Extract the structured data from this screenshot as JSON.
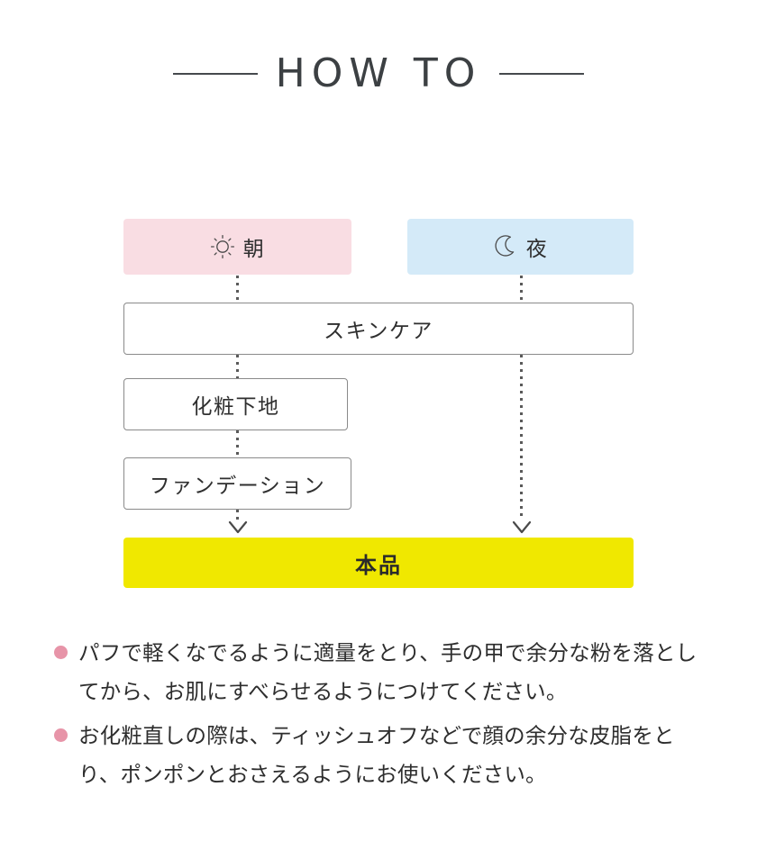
{
  "header": {
    "title": "HOW TO"
  },
  "flow": {
    "morning": {
      "label": "朝",
      "icon": "sun-icon",
      "bg_color": "#f9dde3"
    },
    "night": {
      "label": "夜",
      "icon": "moon-icon",
      "bg_color": "#d4eaf8"
    },
    "steps": [
      {
        "label": "スキンケア"
      },
      {
        "label": "化粧下地"
      },
      {
        "label": "ファンデーション"
      }
    ],
    "product": {
      "label": "本品",
      "bg_color": "#f0e800"
    }
  },
  "notes": {
    "bullet_color": "#e794a8",
    "items": [
      "パフで軽くなでるように適量をとり、手の甲で余分な粉を落としてから、お肌にすべらせるようにつけてください。",
      "お化粧直しの際は、ティッシュオフなどで顔の余分な皮脂をとり、ポンポンとおさえるようにお使いください。"
    ]
  }
}
